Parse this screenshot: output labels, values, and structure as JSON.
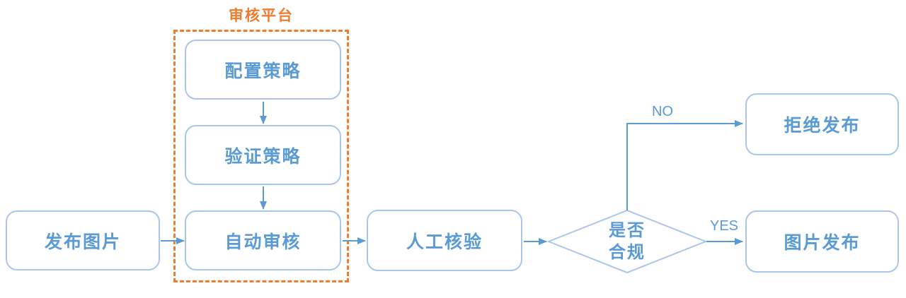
{
  "diagram": {
    "type": "flowchart",
    "group": {
      "label": "审核平台"
    },
    "nodes": [
      {
        "id": "publish-image",
        "label": "发布图片",
        "shape": "rounded-rect"
      },
      {
        "id": "configure-policy",
        "label": "配置策略",
        "shape": "rounded-rect",
        "in_group": true
      },
      {
        "id": "verify-policy",
        "label": "验证策略",
        "shape": "rounded-rect",
        "in_group": true
      },
      {
        "id": "auto-review",
        "label": "自动审核",
        "shape": "rounded-rect",
        "in_group": true
      },
      {
        "id": "manual-review",
        "label": "人工核验",
        "shape": "rounded-rect"
      },
      {
        "id": "decision",
        "label": "是否合规",
        "line1": "是否",
        "line2": "合规",
        "shape": "diamond"
      },
      {
        "id": "reject-publish",
        "label": "拒绝发布",
        "shape": "rounded-rect"
      },
      {
        "id": "image-publish",
        "label": "图片发布",
        "shape": "rounded-rect"
      }
    ],
    "edges": [
      {
        "from": "publish-image",
        "to": "auto-review",
        "label": ""
      },
      {
        "from": "configure-policy",
        "to": "verify-policy",
        "label": ""
      },
      {
        "from": "verify-policy",
        "to": "auto-review",
        "label": ""
      },
      {
        "from": "auto-review",
        "to": "manual-review",
        "label": ""
      },
      {
        "from": "manual-review",
        "to": "decision",
        "label": ""
      },
      {
        "from": "decision",
        "to": "reject-publish",
        "label": "NO"
      },
      {
        "from": "decision",
        "to": "image-publish",
        "label": "YES"
      }
    ],
    "colors": {
      "node_border": "#A8C7E9",
      "node_text": "#5B9BD5",
      "arrow": "#5B9BD5",
      "group_border": "#ED7D31",
      "group_label": "#ED7D31",
      "background": "#FFFFFF"
    }
  }
}
